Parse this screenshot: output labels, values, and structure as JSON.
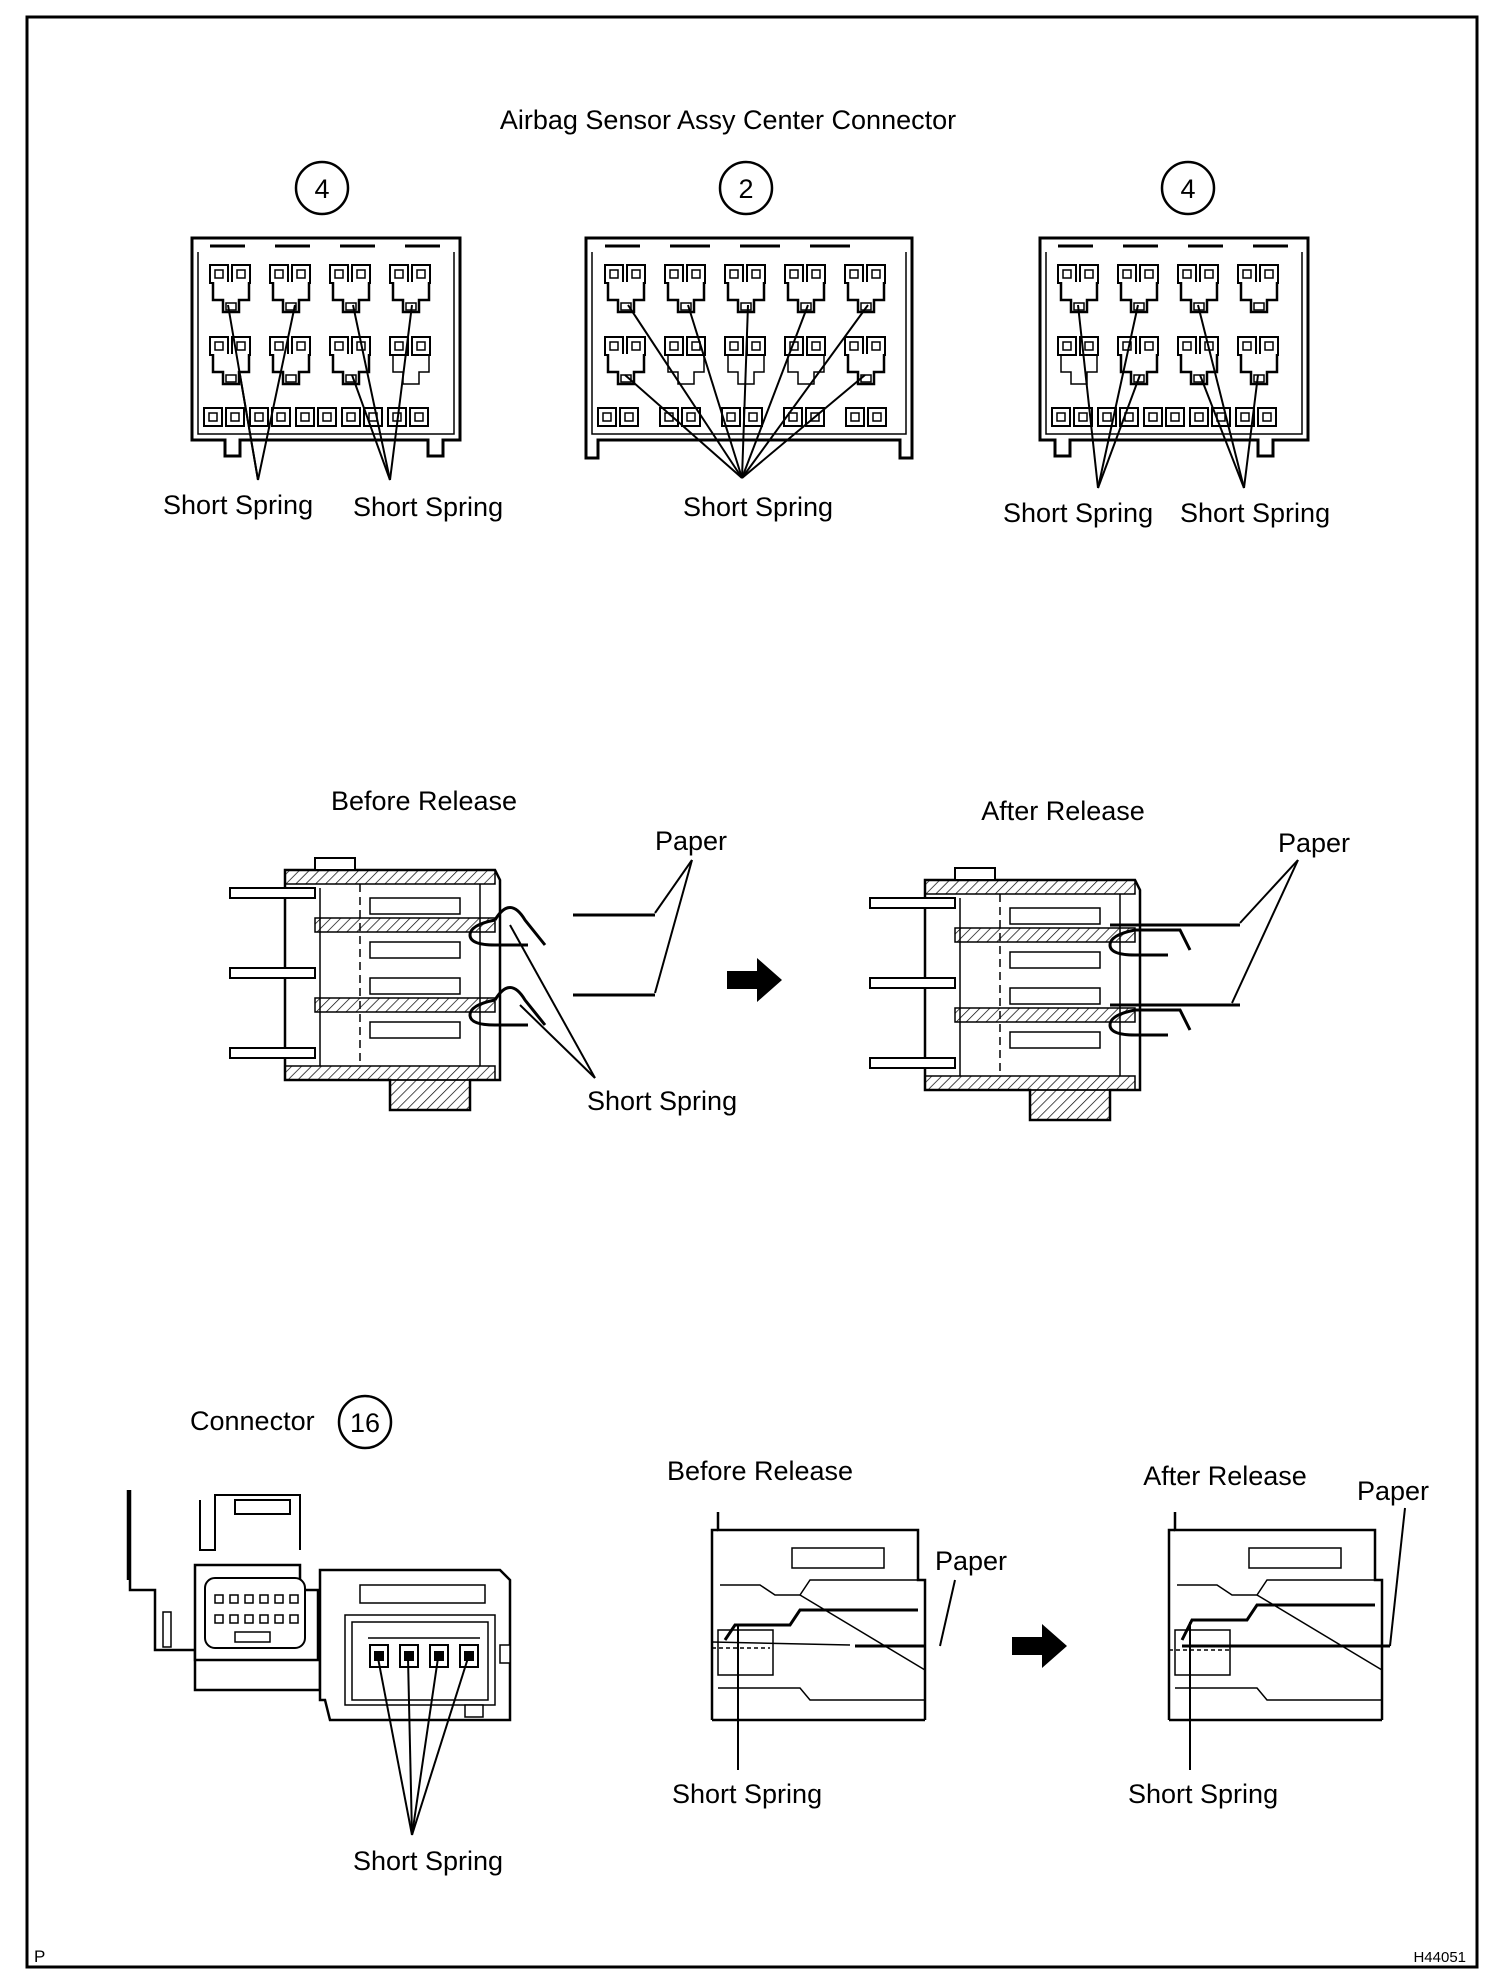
{
  "title": "Airbag Sensor Assy Center Connector",
  "connectors_top": [
    {
      "number": "4",
      "springs": [
        "Short Spring",
        "Short Spring"
      ]
    },
    {
      "number": "2",
      "springs": [
        "Short Spring"
      ]
    },
    {
      "number": "4",
      "springs": [
        "Short Spring",
        "Short Spring"
      ]
    }
  ],
  "middle": {
    "before": {
      "title": "Before Release",
      "paper": "Paper",
      "spring": "Short Spring"
    },
    "after": {
      "title": "After Release",
      "paper": "Paper"
    }
  },
  "bottom": {
    "connector_label": "Connector",
    "connector_number": "16",
    "spring_label": "Short Spring",
    "before": {
      "title": "Before Release",
      "paper": "Paper",
      "spring": "Short Spring"
    },
    "after": {
      "title": "After Release",
      "paper": "Paper",
      "spring": "Short Spring"
    }
  },
  "footer": {
    "left": "P",
    "right": "H44051"
  }
}
